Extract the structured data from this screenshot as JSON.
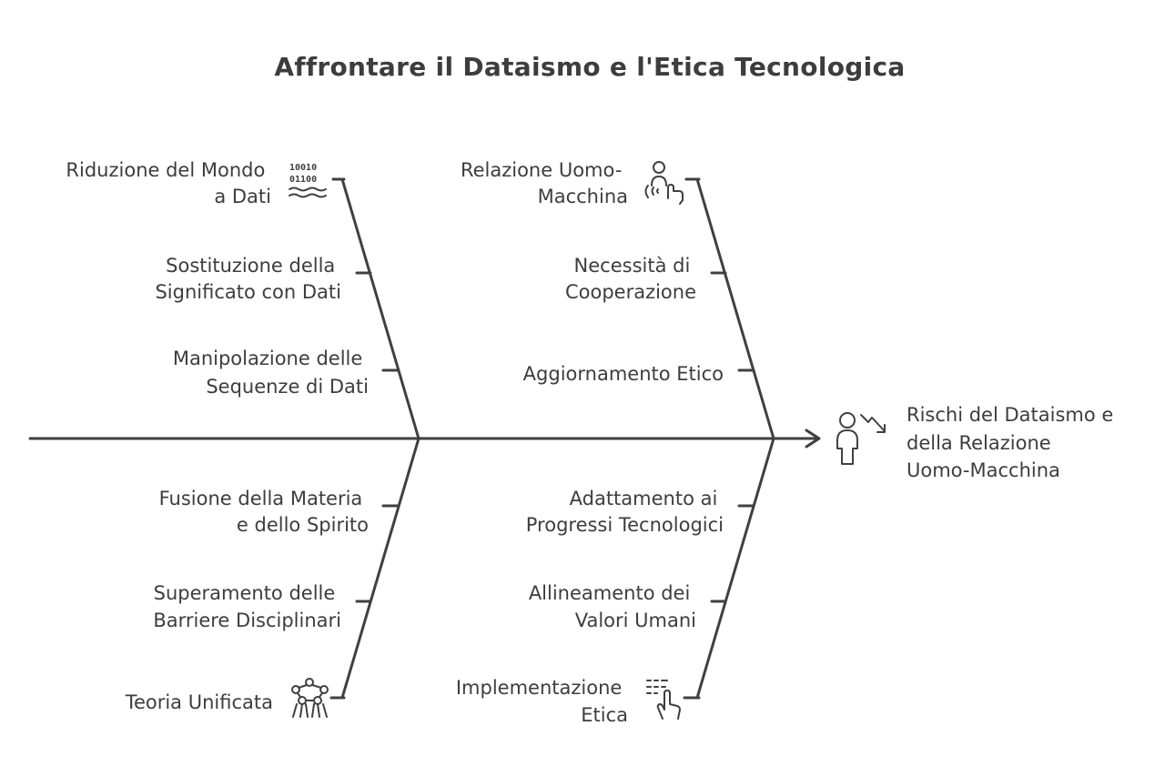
{
  "title": "Affrontare il Dataismo e l'Etica Tecnologica",
  "head": {
    "lines": [
      "Rischi del Dataismo e",
      "della Relazione",
      "Uomo-Macchina"
    ],
    "icon": "person-trend-down-icon"
  },
  "bones": [
    {
      "id": "upper-left",
      "causes": [
        {
          "lines": [
            "Riduzione del Mondo",
            "a Dati"
          ],
          "icon": "binary-data-icon",
          "icon_text": [
            "10010",
            "01100"
          ]
        },
        {
          "lines": [
            "Sostituzione della",
            "Significato con Dati"
          ]
        },
        {
          "lines": [
            "Manipolazione delle",
            "Sequenze di Dati"
          ]
        }
      ]
    },
    {
      "id": "upper-right",
      "causes": [
        {
          "lines": [
            "Relazione Uomo-",
            "Macchina"
          ],
          "icon": "person-touch-icon"
        },
        {
          "lines": [
            "Necessità di",
            "Cooperazione"
          ]
        },
        {
          "lines": [
            "Aggiornamento Etico"
          ]
        }
      ]
    },
    {
      "id": "lower-left",
      "causes": [
        {
          "lines": [
            "Fusione della Materia",
            "e dello Spirito"
          ]
        },
        {
          "lines": [
            "Superamento delle",
            "Barriere Disciplinari"
          ]
        },
        {
          "lines": [
            "Teoria Unificata"
          ],
          "icon": "molecule-icon"
        }
      ]
    },
    {
      "id": "lower-right",
      "causes": [
        {
          "lines": [
            "Adattamento ai",
            "Progressi Tecnologici"
          ]
        },
        {
          "lines": [
            "Allineamento dei",
            "Valori Umani"
          ]
        },
        {
          "lines": [
            "Implementazione",
            "Etica"
          ],
          "icon": "hand-pointer-list-icon"
        }
      ]
    }
  ]
}
